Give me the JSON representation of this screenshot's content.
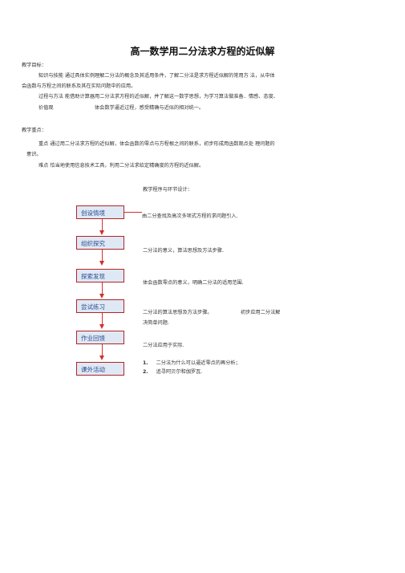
{
  "title": "高一数学用二分法求方程的近似解",
  "objectives": {
    "heading": "教学目标：",
    "knowledge_line1": "知识与技能 通过具体实例理解二分法的概念及其适用条件，了解二分法是求方程近似解的常用方 法，从中体",
    "knowledge_line2": "会函数与方程之间的联系及其在实际问题中的应用。",
    "process_line1": "过程与方法 能借助计算器用二分法求方程的近似解，并了解这一数学思想，为学习算法做准备．情感、态度、",
    "values_label": "价值观",
    "values_text": "体会数学逼近过程，感受精确与近似的相对统一。"
  },
  "key_points": {
    "heading": "教学重点：",
    "key_line1": "重点 通过用二分法求方程的近似解，体会函数的零点与方程根之间的联系，初步形成用函数观点处 理问题的",
    "key_line2": "意识。",
    "difficulty_line": "难点 恰当地使用信息技术工具，利用二分法求给定精确度的方程的近似解。"
  },
  "design_heading": "教学程序与环节设计：",
  "flow": [
    {
      "label": "创设情境",
      "desc": "由二分查找及高次多项式方程的求问题引入."
    },
    {
      "label": "组织探究",
      "desc": "二分法的意义，算法思想及方法步骤."
    },
    {
      "label": "探索发现",
      "desc": "体会函数零点的意义，明确二分法的适用范围."
    },
    {
      "label": "尝试练习",
      "desc": "二分法的算法思想及方法步骤。",
      "desc_extra": "初步应用二分法解",
      "desc_line2": "决简单问题."
    },
    {
      "label": "作业回馈",
      "desc": "二分法应用于实际."
    },
    {
      "label": "课外活动"
    }
  ],
  "activities": [
    {
      "num": "1.",
      "text": "二分法为什么可以逼近零点的再分析；"
    },
    {
      "num": "2.",
      "text": "追寻阿贝尔和伽罗瓦."
    }
  ]
}
